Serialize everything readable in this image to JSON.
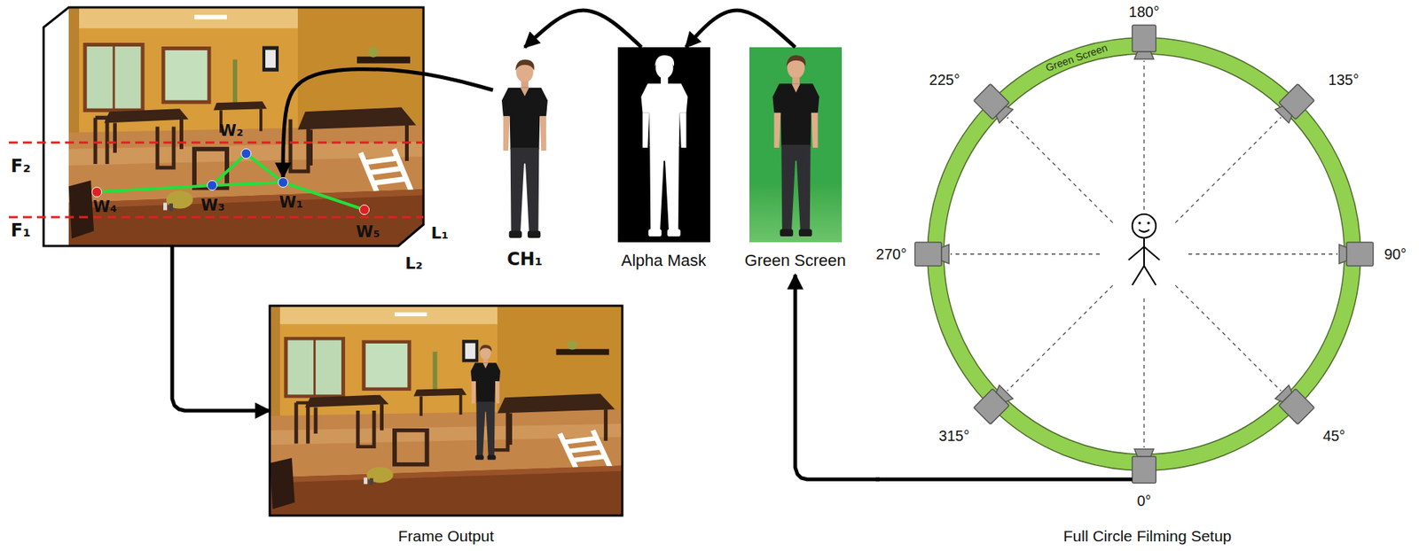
{
  "diagram": {
    "nodes": [
      {
        "text": [
          "L₁",
          "L₂"
        ]
      },
      {
        "text": [
          "W₁"
        ],
        "in": 0
      },
      {
        "text": [
          "W₂"
        ],
        "in": 0
      },
      {
        "text": [
          "W₃"
        ],
        "in": 0
      },
      {
        "text": [
          "W₄"
        ],
        "in": 0
      },
      {
        "text": [
          "W₅"
        ],
        "in": 0
      },
      {
        "text": [
          "CH₁"
        ]
      },
      {
        "text": [
          "Alpha Mask"
        ]
      },
      {
        "text": [
          "Green Screen"
        ]
      },
      {
        "text": [
          "Frame Output"
        ]
      },
      {
        "text": [
          "Full Circle Filming Setup"
        ]
      }
    ],
    "edges": [
      {
        "from": 8,
        "to": 7,
        "arrow": "to"
      },
      {
        "from": 7,
        "to": 6,
        "arrow": "to"
      },
      {
        "from": 6,
        "to": 1,
        "arrow": "to"
      },
      {
        "from": 0,
        "to": 9,
        "arrow": "to"
      },
      {
        "from": 10,
        "to": 8,
        "arrow": "to"
      },
      {
        "from": 4,
        "to": 3,
        "arrow": "none"
      },
      {
        "from": 3,
        "to": 2,
        "arrow": "none"
      },
      {
        "from": 2,
        "to": 1,
        "arrow": "none"
      },
      {
        "from": 3,
        "to": 1,
        "arrow": "none"
      },
      {
        "from": 1,
        "to": 5,
        "arrow": "none"
      }
    ],
    "labels": [
      "F₂",
      "F₁",
      "180°",
      "225°",
      "135°",
      "270°",
      "90°",
      "315°",
      "45°",
      "0°",
      "Green Screen"
    ]
  }
}
